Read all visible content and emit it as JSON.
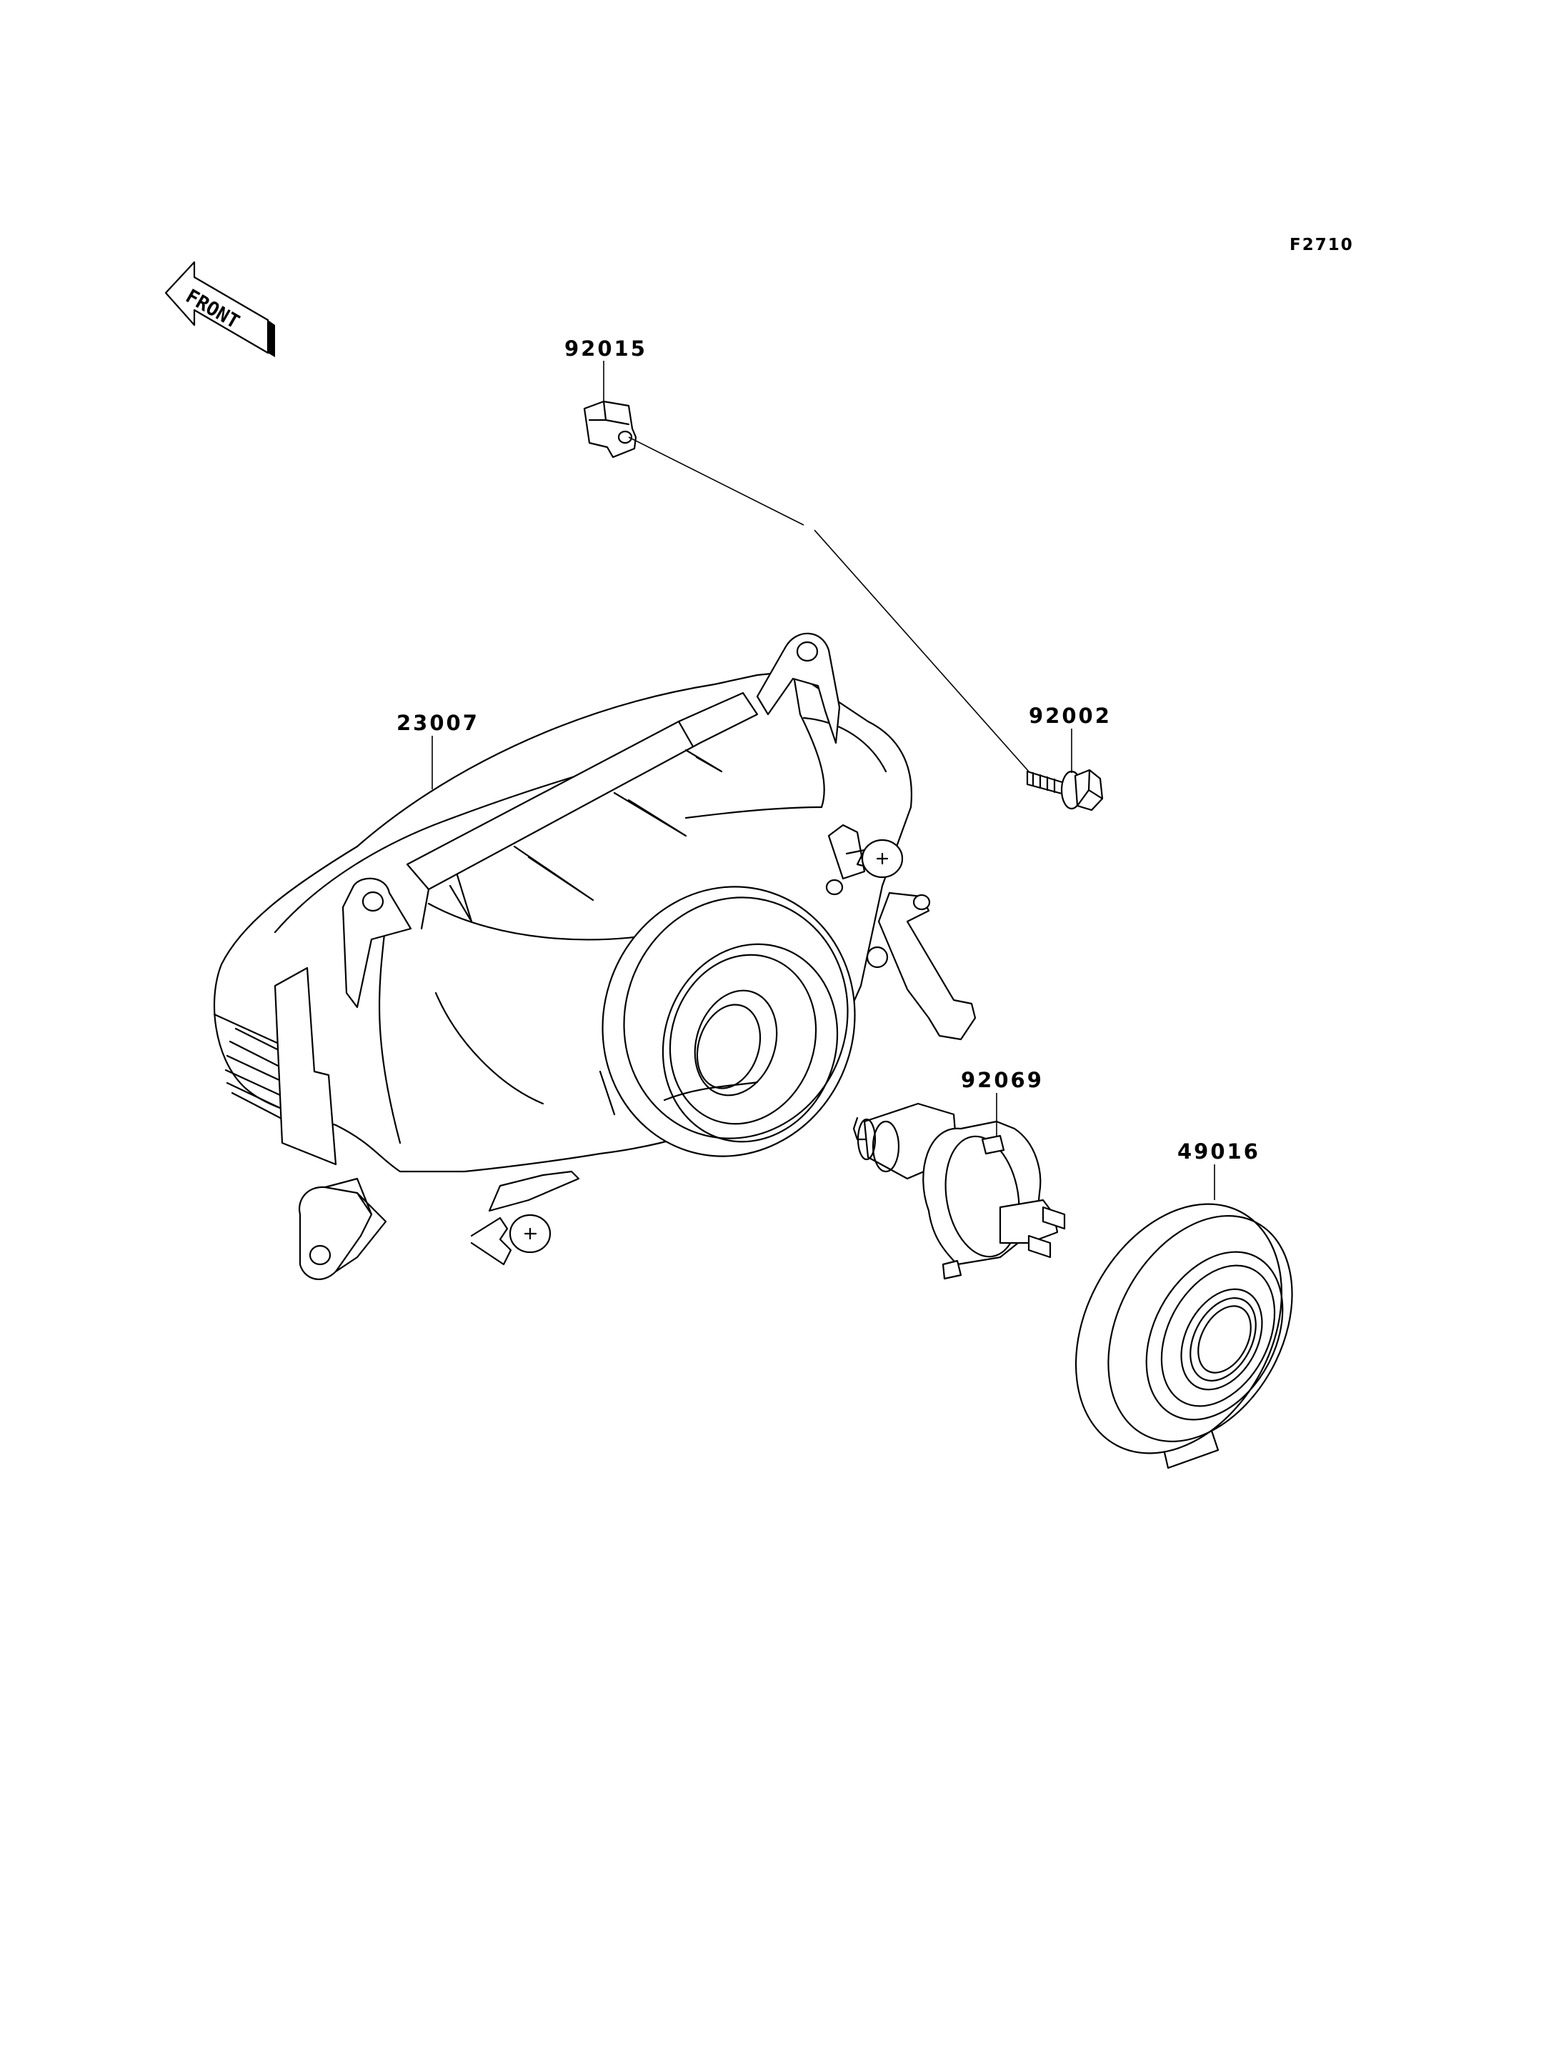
{
  "figure_code": "F2710",
  "front_indicator": "FRONT",
  "parts": [
    {
      "number": "92015"
    },
    {
      "number": "23007"
    },
    {
      "number": "92002"
    },
    {
      "number": "92069"
    },
    {
      "number": "49016"
    }
  ]
}
